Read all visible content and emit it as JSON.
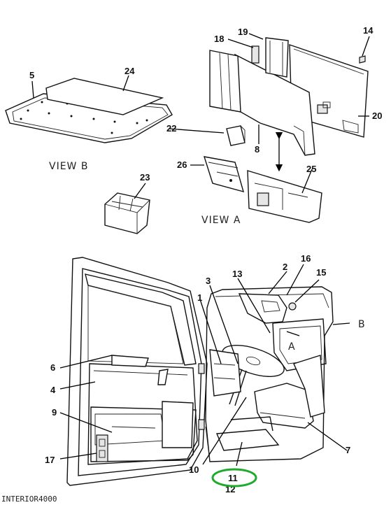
{
  "views": {
    "view_b": "VIEW B",
    "view_a": "VIEW A",
    "marker_a": "A",
    "marker_b": "B"
  },
  "callouts": {
    "c1": "1",
    "c2": "2",
    "c3": "3",
    "c4": "4",
    "c5": "5",
    "c6": "6",
    "c7": "7",
    "c8": "8",
    "c9": "9",
    "c10": "10",
    "c11": "11",
    "c12": "12",
    "c13": "13",
    "c14": "14",
    "c15": "15",
    "c16": "16",
    "c17": "17",
    "c18": "18",
    "c19": "19",
    "c20": "20",
    "c22": "22",
    "c23": "23",
    "c24": "24",
    "c25": "25",
    "c26": "26"
  },
  "caption": "INTERIOR4000",
  "highlight_color": "#1faa2e"
}
